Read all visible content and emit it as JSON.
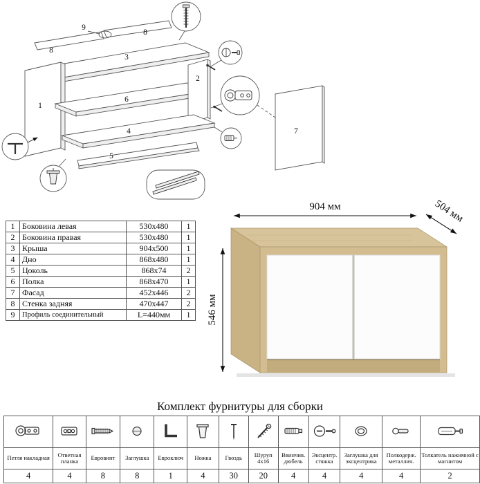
{
  "exploded": {
    "labels": {
      "p1": "1",
      "p2": "2",
      "p3": "3",
      "p4": "4",
      "p5": "5",
      "p6": "6",
      "p7": "7",
      "p8a": "8",
      "p8b": "8",
      "p9": "9"
    }
  },
  "parts_table": {
    "rows": [
      {
        "num": "1",
        "name": "Боковина левая",
        "size": "530x480",
        "qty": "1"
      },
      {
        "num": "2",
        "name": "Боковина правая",
        "size": "530x480",
        "qty": "1"
      },
      {
        "num": "3",
        "name": "Крыша",
        "size": "904x500",
        "qty": "1"
      },
      {
        "num": "4",
        "name": "Дно",
        "size": "868x480",
        "qty": "1"
      },
      {
        "num": "5",
        "name": "Цоколь",
        "size": "868x74",
        "qty": "2"
      },
      {
        "num": "6",
        "name": "Полка",
        "size": "868x470",
        "qty": "1"
      },
      {
        "num": "7",
        "name": "Фасад",
        "size": "452x446",
        "qty": "2"
      },
      {
        "num": "8",
        "name": "Стенка задняя",
        "size": "470x447",
        "qty": "2"
      },
      {
        "num": "9",
        "name": "Профиль соединительный",
        "size": "L=440мм",
        "qty": "1"
      }
    ]
  },
  "dimensions": {
    "width": "904 мм",
    "depth": "504 мм",
    "height": "546 мм"
  },
  "hardware": {
    "title": "Комплект фурнитуры для сборки",
    "items": [
      {
        "icon": "hinge-icon",
        "name": "Петля накладная",
        "qty": "4"
      },
      {
        "icon": "strike-plate-icon",
        "name": "Ответная планка",
        "qty": "4"
      },
      {
        "icon": "confirmat-screw-icon",
        "name": "Евровинт",
        "qty": "8"
      },
      {
        "icon": "cap-icon",
        "name": "Заглушка",
        "qty": "8"
      },
      {
        "icon": "hex-key-icon",
        "name": "Евроключ",
        "qty": "1"
      },
      {
        "icon": "leg-icon",
        "name": "Ножка",
        "qty": "4"
      },
      {
        "icon": "nail-icon",
        "name": "Гвоздь",
        "qty": "30"
      },
      {
        "icon": "screw-icon",
        "name": "Шуруп 4x16",
        "qty": "20"
      },
      {
        "icon": "screw-dowel-icon",
        "name": "Ввинчив. дюбель",
        "qty": "4"
      },
      {
        "icon": "cam-lock-icon",
        "name": "Эксцентр. стяжка",
        "qty": "4"
      },
      {
        "icon": "cam-cap-icon",
        "name": "Заглушка для эксцентрика",
        "qty": "4"
      },
      {
        "icon": "shelf-support-icon",
        "name": "Полкодерж. металлич.",
        "qty": "4"
      },
      {
        "icon": "push-latch-icon",
        "name": "Толкатель нажимной с магнитом",
        "qty": "2"
      }
    ]
  },
  "colors": {
    "oak": "#d2bc90",
    "oak_dark": "#c9b284",
    "oak_top": "#d8c49a",
    "door": "#fcfcfc"
  }
}
